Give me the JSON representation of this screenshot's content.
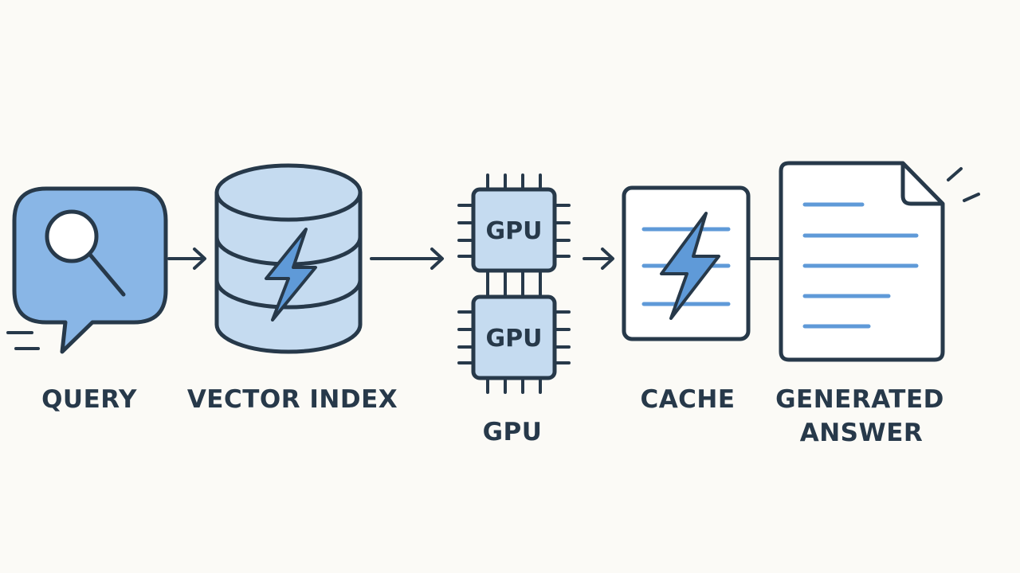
{
  "diagram": {
    "nodes": {
      "query": {
        "label": "QUERY",
        "icon": "chat-search-icon"
      },
      "vector_index": {
        "label": "VECTOR INDEX",
        "icon": "database-bolt-icon"
      },
      "gpu": {
        "label": "GPU",
        "chips": [
          "GPU",
          "GPU"
        ],
        "icon": "gpu-chip-icon"
      },
      "cache": {
        "label": "CACHE",
        "icon": "cache-bolt-icon"
      },
      "answer": {
        "label_line1": "GENERATED",
        "label_line2": "ANSWER",
        "icon": "document-icon"
      }
    },
    "edges": [
      {
        "from": "query",
        "to": "vector_index"
      },
      {
        "from": "vector_index",
        "to": "gpu"
      },
      {
        "from": "gpu",
        "to": "cache"
      },
      {
        "from": "cache",
        "to": "answer"
      }
    ]
  },
  "colors": {
    "background": "#fbfaf6",
    "stroke": "#27394a",
    "fill_light": "#c5dbf0",
    "fill_medium": "#89b6e6",
    "accent": "#5f9ad8",
    "paper": "#ffffff"
  }
}
